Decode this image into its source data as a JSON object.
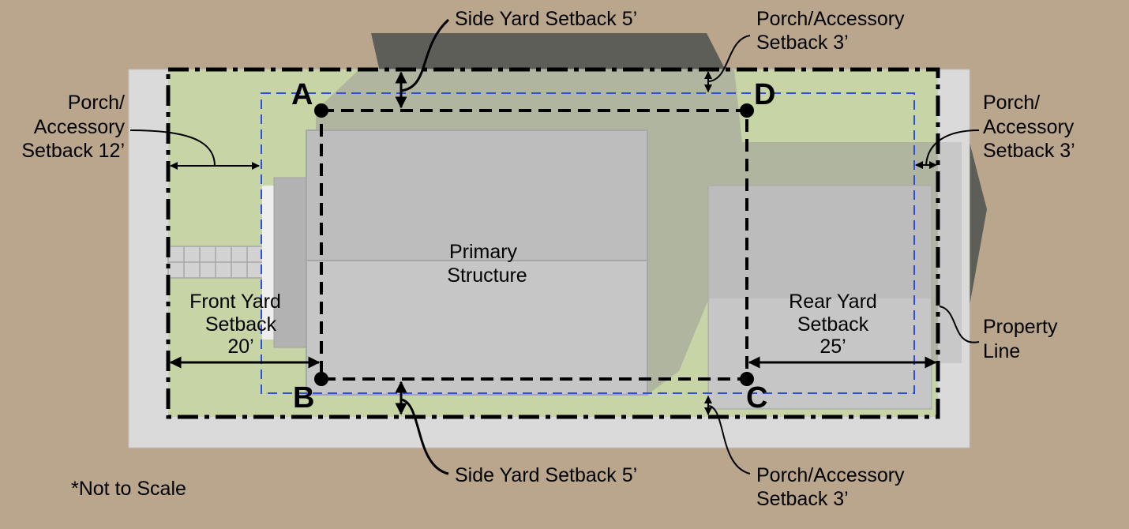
{
  "colors": {
    "ground": "#b9a68c",
    "lawn": "#c6d4a6",
    "pavement": "#dadada",
    "roof": "#bcbcbc",
    "shadow": "#5e5e58",
    "blue_line": "#2d4fe0"
  },
  "points": {
    "a": "A",
    "b": "B",
    "c": "C",
    "d": "D"
  },
  "labels": {
    "side_top": "Side Yard Setback 5’",
    "porch_top_1": "Porch/Accessory",
    "porch_top_2": "Setback 3’",
    "porch_left_1": "Porch/",
    "porch_left_2": "Accessory",
    "porch_left_3": "Setback 12’",
    "porch_right_1": "Porch/",
    "porch_right_2": "Accessory",
    "porch_right_3": "Setback 3’",
    "primary_1": "Primary",
    "primary_2": "Structure",
    "front_1": "Front Yard",
    "front_2": "Setback",
    "front_3": "20’",
    "rear_1": "Rear Yard",
    "rear_2": "Setback",
    "rear_3": "25’",
    "property_1": "Property",
    "property_2": "Line",
    "side_bottom": "Side Yard Setback 5’",
    "porch_bottom_1": "Porch/Accessory",
    "porch_bottom_2": "Setback 3’",
    "note": "*Not to Scale"
  }
}
